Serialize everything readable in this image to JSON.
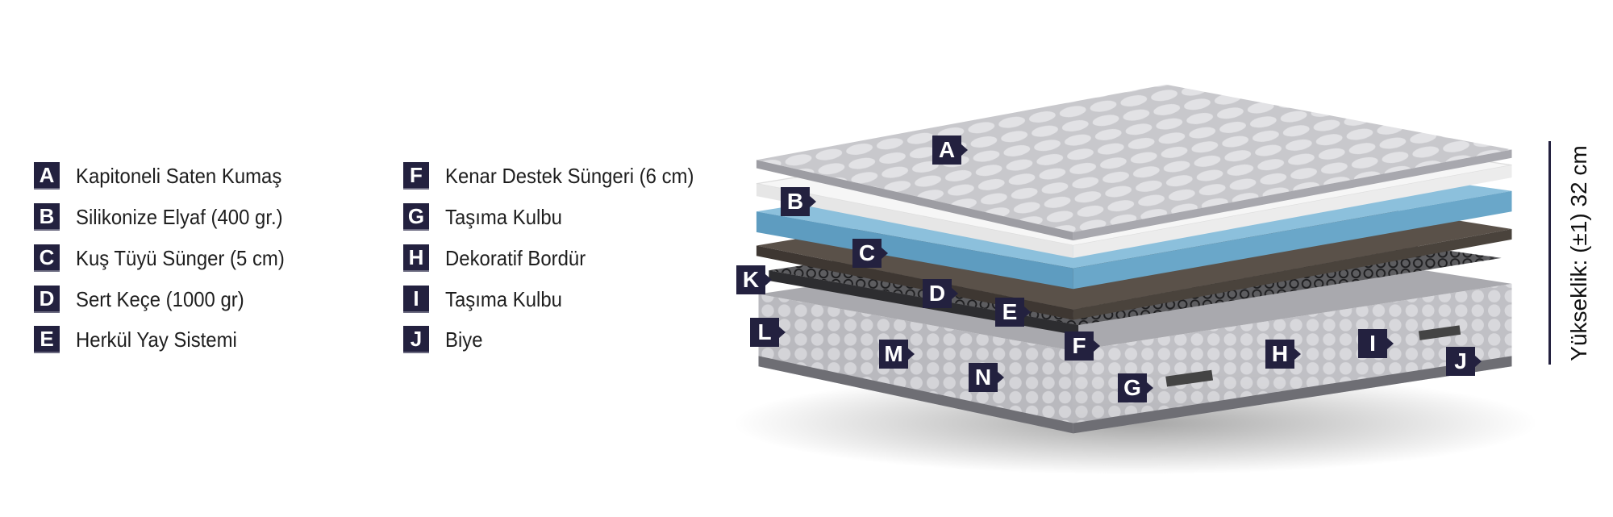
{
  "legend": [
    {
      "letter": "A",
      "text": "Kapitoneli Saten Kumaş"
    },
    {
      "letter": "B",
      "text": "Silikonize Elyaf (400 gr.)"
    },
    {
      "letter": "C",
      "text": "Kuş Tüyü Sünger (5 cm)"
    },
    {
      "letter": "D",
      "text": "Sert Keçe (1000 gr)"
    },
    {
      "letter": "E",
      "text": "Herkül Yay Sistemi"
    },
    {
      "letter": "F",
      "text": "Kenar Destek Süngeri (6 cm)"
    },
    {
      "letter": "G",
      "text": "Taşıma Kulbu"
    },
    {
      "letter": "H",
      "text": "Dekoratif Bordür"
    },
    {
      "letter": "I",
      "text": "Taşıma Kulbu"
    },
    {
      "letter": "J",
      "text": "Biye"
    }
  ],
  "diagram_tags": [
    "A",
    "B",
    "C",
    "D",
    "E",
    "F",
    "G",
    "H",
    "I",
    "J",
    "K",
    "L",
    "M",
    "N"
  ],
  "height_label": "Yükseklik: (±1) 32 cm",
  "colors": {
    "badge": "#23213f",
    "blue_layer": "#6aa7c9",
    "dark_layer": "#5a5149"
  }
}
